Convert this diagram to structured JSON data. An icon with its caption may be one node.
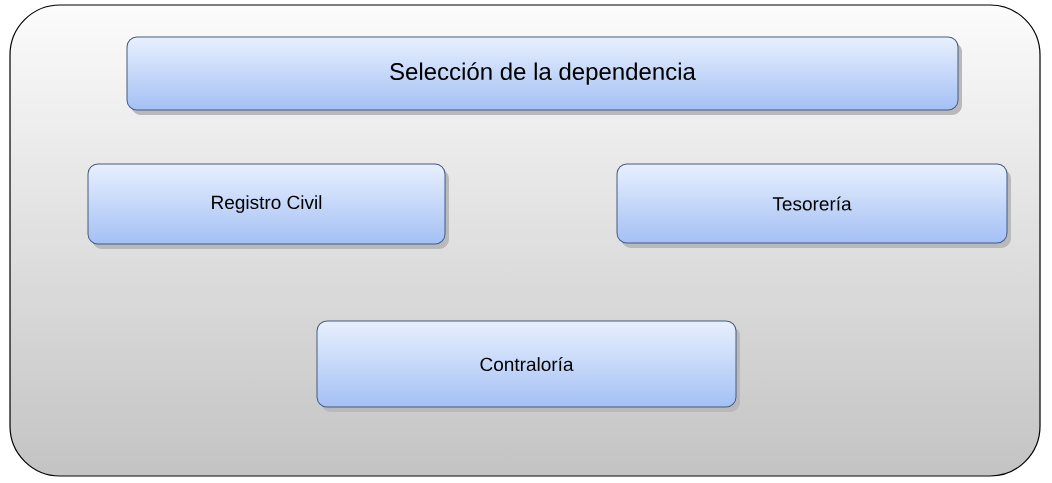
{
  "diagram": {
    "nodes": [
      {
        "text": [],
        "shape": "box"
      },
      {
        "text": [
          "Selección de la dependencia"
        ],
        "in": 0
      },
      {
        "text": [
          "Registro Civil"
        ],
        "in": 0
      },
      {
        "text": [
          "Tesorería"
        ],
        "in": 0
      },
      {
        "text": [
          "Contraloría"
        ],
        "in": 0
      }
    ]
  }
}
